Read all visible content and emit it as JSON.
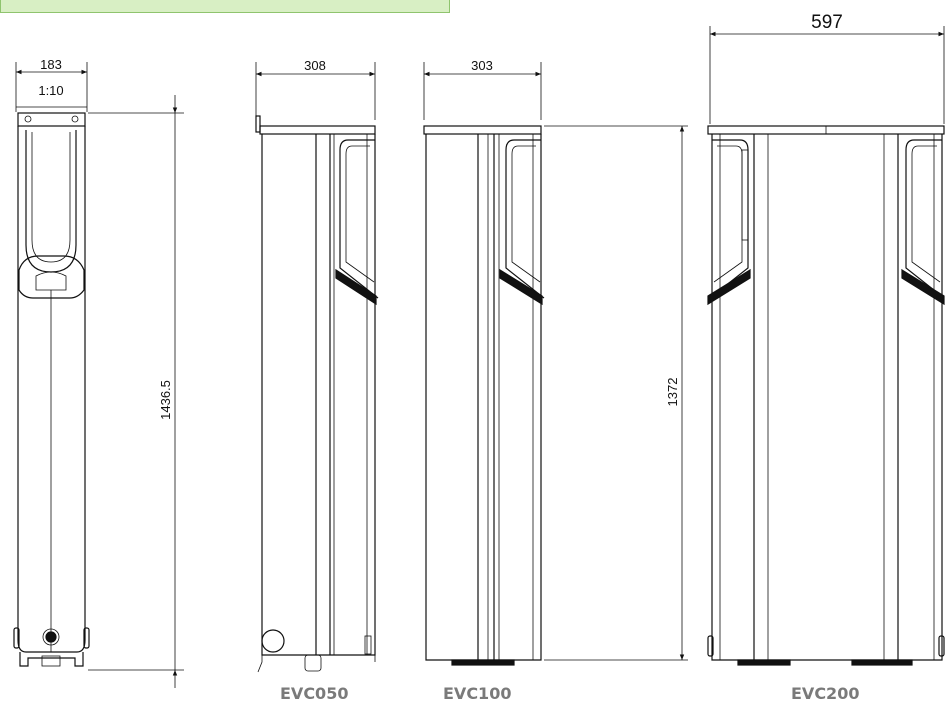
{
  "views": [
    {
      "id": "front",
      "width_dim": "183",
      "scale": "1:10",
      "height_dim": "1436.5"
    },
    {
      "id": "evc050",
      "width_dim": "308",
      "label": "EVC050"
    },
    {
      "id": "evc100",
      "width_dim": "303",
      "height_dim": "1372",
      "label": "EVC100"
    },
    {
      "id": "evc200",
      "width_dim": "597",
      "label": "EVC200"
    }
  ],
  "colors": {
    "line": "#111111",
    "banner_fill": "#d8efc4",
    "banner_border": "#8fc46e",
    "label": "#7a7a7a"
  }
}
